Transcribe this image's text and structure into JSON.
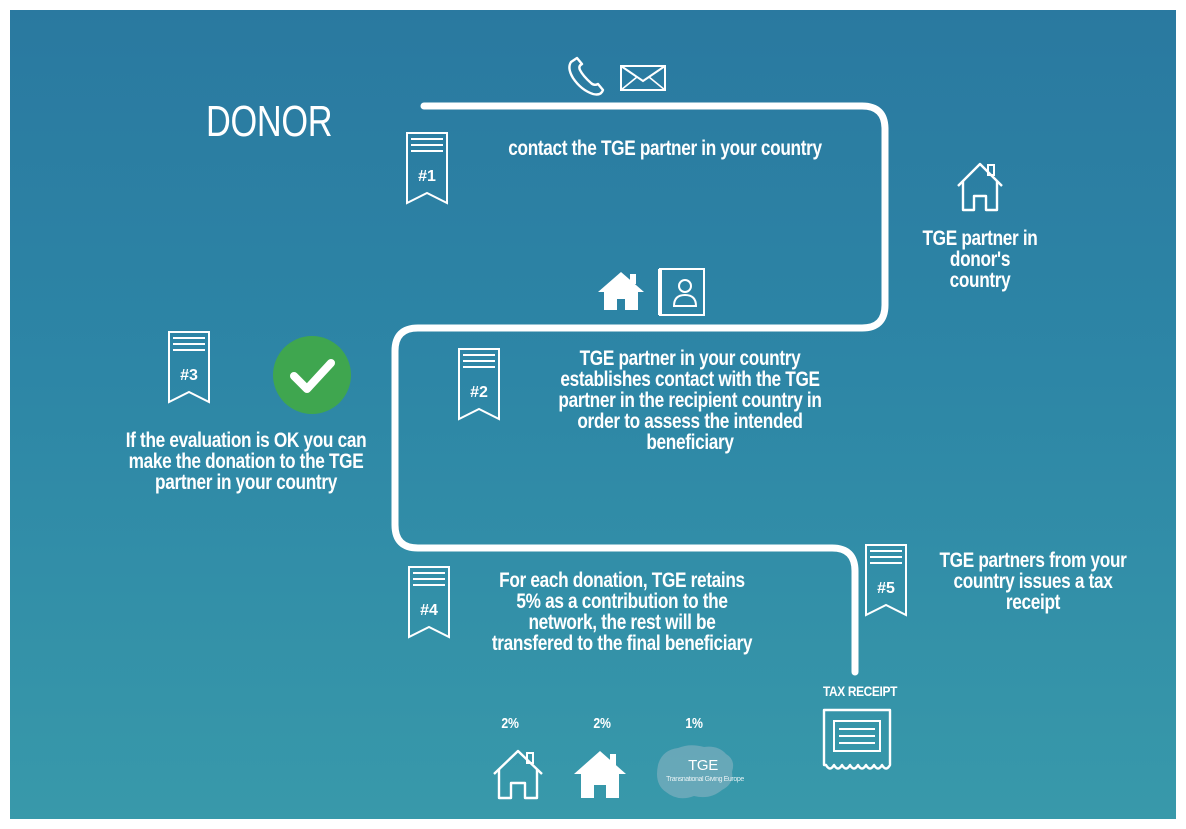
{
  "title": "DONOR",
  "colors": {
    "background_top": "#2a79a0",
    "background_bottom": "#3899aa",
    "path": "#ffffff",
    "check": "#3fa64f"
  },
  "icons": {
    "top": [
      "phone-icon",
      "envelope-icon"
    ],
    "partner": "house-outline-icon",
    "middle": [
      "house-filled-icon",
      "contact-card-icon"
    ],
    "step3": "check-circle-icon",
    "receipt": "receipt-icon",
    "bottom": [
      "house-outline-icon",
      "house-filled-icon",
      "tge-europe-logo"
    ]
  },
  "steps": [
    {
      "badge": "#1",
      "text": "contact the TGE partner in your country"
    },
    {
      "badge": "#2",
      "text": "TGE partner in your country establishes contact with the TGE partner in the recipient country in order to assess the intended beneficiary"
    },
    {
      "badge": "#3",
      "text": "If the evaluation  is OK you can make the donation to the TGE partner in your country"
    },
    {
      "badge": "#4",
      "text": "For each donation, TGE retains 5% as a contribution to the network, the rest will be transfered to the final beneficiary"
    },
    {
      "badge": "#5",
      "text": "TGE partners from your country issues a tax receipt"
    }
  ],
  "partner_label": "TGE partner in donor's country",
  "tax_receipt_label": "TAX RECEIPT",
  "percentages": [
    "2%",
    "2%",
    "1%"
  ],
  "logo": {
    "name": "TGE",
    "tagline": "Transnational Giving Europe"
  }
}
